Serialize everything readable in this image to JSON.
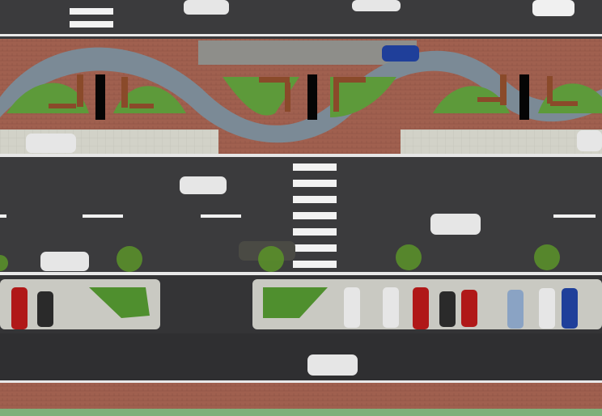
{
  "scene": {
    "kind": "aerial-street-plan",
    "description_visible_text": ""
  },
  "colors": {
    "asphalt": "#3b3b3d",
    "asphalt_dark": "#2f2f31",
    "lane_marking": "#f2f2f2",
    "brick_paving": "#a0604f",
    "bike_path": "#7b8a96",
    "lawn": "#5d9a3a",
    "sidewalk": "#cfcfc4",
    "median_concrete": "#c9c9c2",
    "bench_wood": "#8a4a2a",
    "green_strip": "#7fb07a",
    "car_white": "#e6e6e6",
    "car_red": "#b01818",
    "car_blue": "#1f3f9a",
    "car_black": "#2a2a2a",
    "car_lightblue": "#8aa3c4"
  },
  "vehicles": [
    {
      "id": "car-top-1",
      "color": "white"
    },
    {
      "id": "car-top-2",
      "color": "white"
    },
    {
      "id": "car-top-3",
      "color": "white"
    },
    {
      "id": "car-plaza-blue",
      "color": "blue"
    },
    {
      "id": "car-sidewalk-left",
      "color": "white"
    },
    {
      "id": "car-sidewalk-right",
      "color": "white"
    },
    {
      "id": "car-mid-1",
      "color": "white"
    },
    {
      "id": "car-mid-2",
      "color": "white"
    },
    {
      "id": "car-mid-3",
      "color": "white"
    },
    {
      "id": "car-mid-4",
      "color": "dark"
    },
    {
      "id": "car-bottom",
      "color": "white"
    }
  ],
  "parked_vehicles": [
    {
      "id": "p1",
      "color": "red"
    },
    {
      "id": "p2",
      "color": "black"
    },
    {
      "id": "p3",
      "color": "white"
    },
    {
      "id": "p4",
      "color": "white"
    },
    {
      "id": "p5",
      "color": "red"
    },
    {
      "id": "p6",
      "color": "black"
    },
    {
      "id": "p7",
      "color": "red"
    },
    {
      "id": "p8",
      "color": "lightblue"
    },
    {
      "id": "p9",
      "color": "white"
    },
    {
      "id": "p10",
      "color": "blue"
    }
  ]
}
